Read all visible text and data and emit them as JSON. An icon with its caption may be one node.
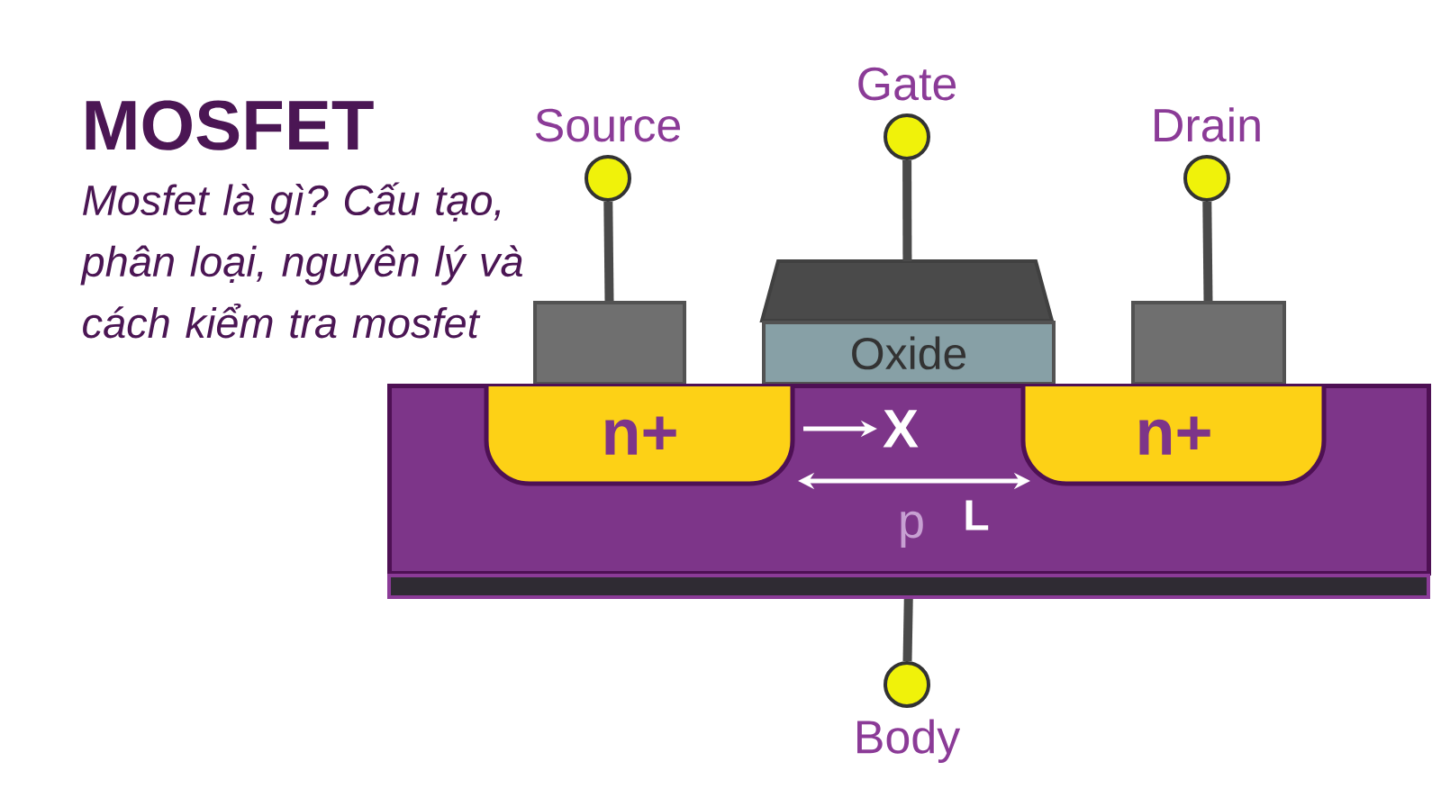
{
  "diagram": {
    "title": "MOSFET",
    "caption": "Mosfet là gì? Cấu tạo, phân loại, nguyên lý và cách kiểm tra mosfet",
    "nodes": [
      {
        "text": [
          "Source"
        ]
      },
      {
        "text": [
          "Gate"
        ]
      },
      {
        "text": [
          "Drain"
        ]
      },
      {
        "text": [],
        "shape": "box"
      },
      {
        "text": [],
        "shape": "trapezium"
      },
      {
        "text": [],
        "shape": "box"
      },
      {
        "text": [
          "Oxide"
        ]
      },
      {
        "text": [
          "p"
        ]
      },
      {
        "text": [
          "n+"
        ],
        "in": 7
      },
      {
        "text": [
          "n+"
        ],
        "in": 7
      },
      {
        "text": [],
        "shape": "bar"
      },
      {
        "text": [
          "Body"
        ]
      }
    ],
    "edges": [
      {
        "from": 0,
        "to": 3,
        "arrow": "none"
      },
      {
        "from": 1,
        "to": 4,
        "arrow": "none"
      },
      {
        "from": 2,
        "to": 5,
        "arrow": "none"
      },
      {
        "from": 11,
        "to": 10,
        "arrow": "none"
      }
    ],
    "labels": [
      "X",
      "L"
    ]
  }
}
